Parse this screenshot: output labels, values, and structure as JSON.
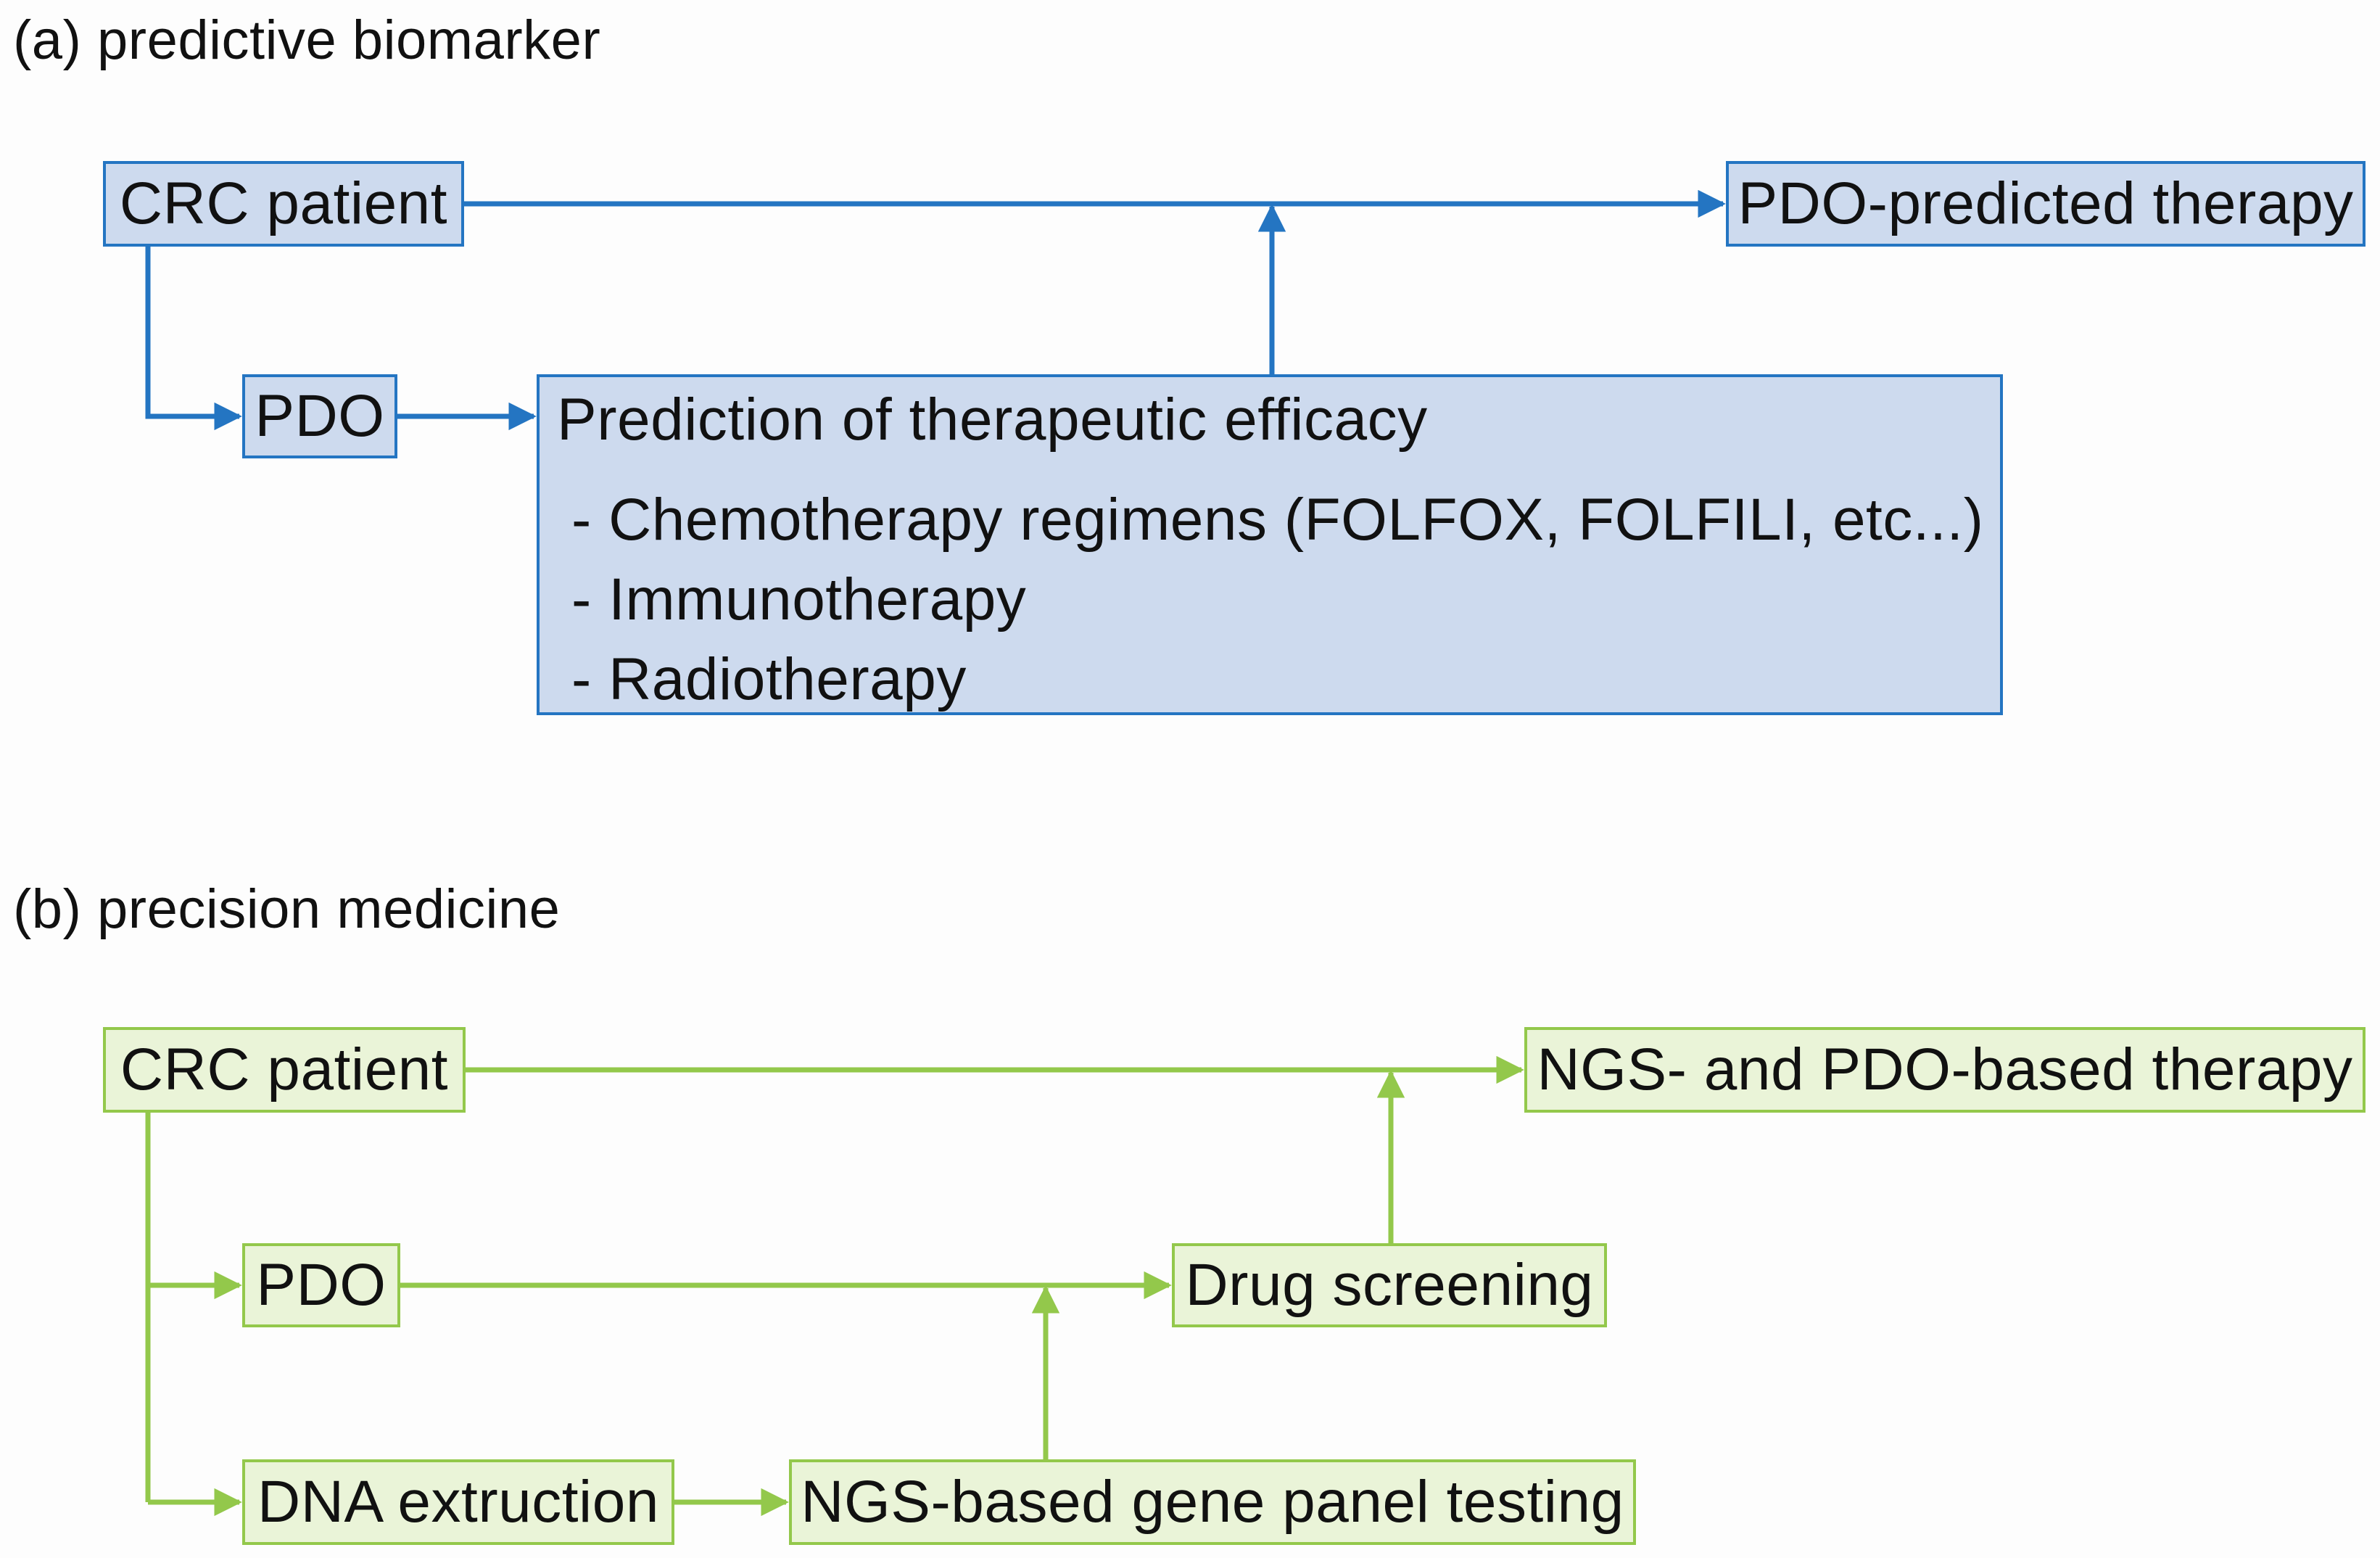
{
  "panel_a": {
    "title": "(a) predictive biomarker",
    "crc_patient": "CRC patient",
    "pdo": "PDO",
    "outcome": "PDO-predicted therapy",
    "prediction": {
      "heading": "Prediction of therapeutic efficacy",
      "items": [
        "- Chemotherapy regimens (FOLFOX, FOLFILI, etc...)",
        "- Immunotherapy",
        "- Radiotherapy"
      ]
    },
    "color": "#2475c2",
    "fill": "#cddaee"
  },
  "panel_b": {
    "title": "(b) precision medicine",
    "crc_patient": "CRC patient",
    "pdo": "PDO",
    "dna": "DNA extruction",
    "ngs_testing": "NGS-based gene panel testing",
    "drug_screening": "Drug screening",
    "outcome": "NGS- and PDO-based therapy",
    "color": "#93c84b",
    "fill": "#eaf4d8"
  }
}
